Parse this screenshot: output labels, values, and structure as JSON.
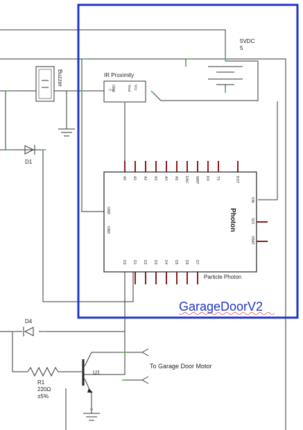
{
  "title": "GarageDoorV2",
  "colors": {
    "frame": "#1f35c9",
    "wire": "#333333",
    "pin": "#8b1a1a",
    "title": "#1f35c9",
    "junction": "#3cb043"
  },
  "power": {
    "label": "5VDC",
    "value": "5"
  },
  "buzzer": {
    "label": "Buzzer"
  },
  "ir": {
    "label": "IR Proximity",
    "pins": [
      "Vcc",
      "Vout",
      "GND"
    ]
  },
  "diodes": {
    "d1": "D1",
    "d4": "D4"
  },
  "photon": {
    "name": "Photon",
    "subtitle": "Particle Photon",
    "top_pins": [
      "A0",
      "A1",
      "A2",
      "A3",
      "A4",
      "A5",
      "DAC",
      "WKP",
      "RX",
      "TX",
      "RST"
    ],
    "left_pins": [
      "GND",
      "GND"
    ],
    "right_pins": [
      "VIN",
      "3V3",
      "VBAT"
    ],
    "bottom_pins": [
      "D0",
      "D1",
      "D2",
      "D3",
      "D4",
      "D5",
      "D6",
      "D7"
    ]
  },
  "transistor": {
    "label": "U1"
  },
  "resistor": {
    "name": "R1",
    "value": "220Ω",
    "tolerance": "±5%"
  },
  "motor_label": "To Garage Door Motor"
}
